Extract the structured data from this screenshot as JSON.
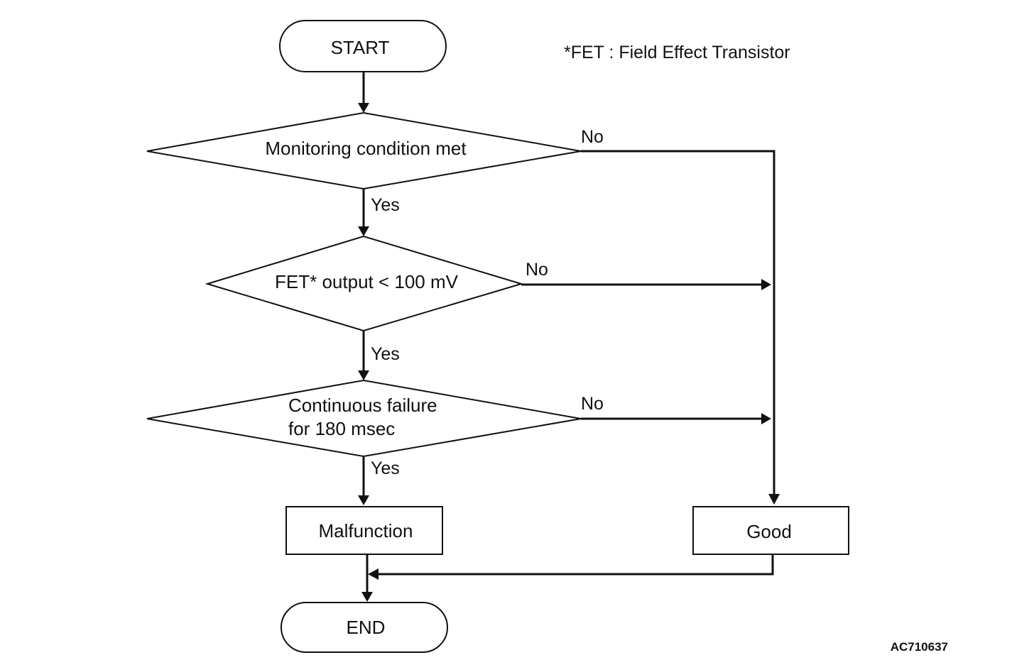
{
  "note": "*FET : Field Effect Transistor",
  "figure_id": "AC710637",
  "nodes": {
    "start": "START",
    "decision_monitoring": "Monitoring condition met",
    "decision_fet": "FET* output < 100 mV",
    "decision_continuous_line1": "Continuous failure",
    "decision_continuous_line2": "for 180 msec",
    "malfunction": "Malfunction",
    "good": "Good",
    "end": "END"
  },
  "edges": {
    "monitoring_yes": "Yes",
    "monitoring_no": "No",
    "fet_yes": "Yes",
    "fet_no": "No",
    "continuous_yes": "Yes",
    "continuous_no": "No"
  }
}
